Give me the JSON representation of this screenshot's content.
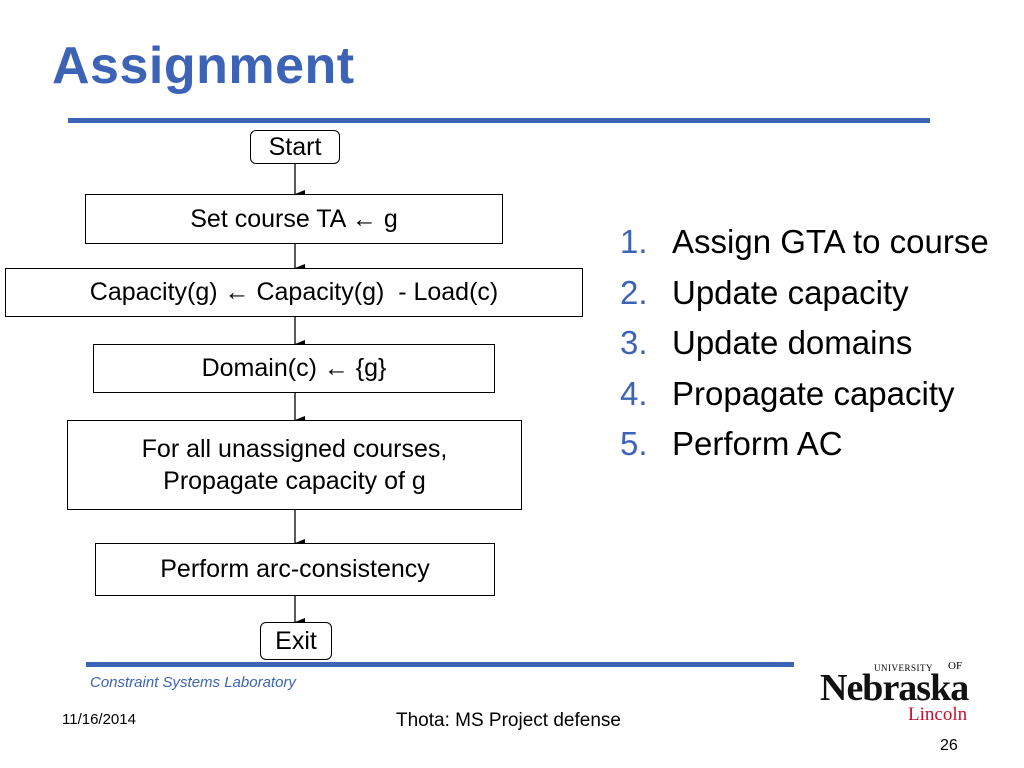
{
  "slide": {
    "title": "Assignment",
    "flowchart": {
      "start": "Start",
      "set_course": "Set course TA ← g",
      "capacity": "Capacity(g) ← Capacity(g)  - Load(c)",
      "domain": "Domain(c) ← {g}",
      "propagate_line1": "For all unassigned courses,",
      "propagate_line2": "Propagate capacity of g",
      "arc": "Perform arc-consistency",
      "exit": "Exit"
    },
    "steps": [
      {
        "num": "1.",
        "text": "Assign GTA to course"
      },
      {
        "num": "2.",
        "text": "Update capacity"
      },
      {
        "num": "3.",
        "text": "Update domains"
      },
      {
        "num": "4.",
        "text": "Propagate capacity"
      },
      {
        "num": "5.",
        "text": "Perform AC"
      }
    ]
  },
  "footer": {
    "lab": "Constraint Systems Laboratory",
    "date": "11/16/2014",
    "title": "Thota: MS Project defense",
    "page": "26"
  },
  "logo": {
    "university": "UNIVERSITY",
    "of": "OF",
    "name": "Nebraska",
    "city": "Lincoln"
  },
  "colors": {
    "accent": "#3d63b6",
    "logo_red": "#c8102e"
  }
}
